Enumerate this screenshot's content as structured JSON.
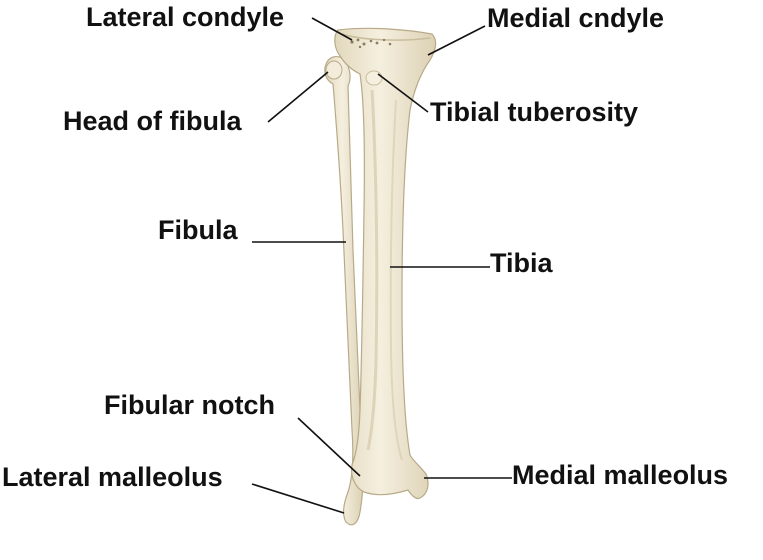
{
  "labels": {
    "lateral_condyle": "Lateral condyle",
    "medial_condyle": "Medial cndyle",
    "head_of_fibula": "Head of fibula",
    "tibial_tuberosity": "Tibial tuberosity",
    "fibula": "Fibula",
    "tibia": "Tibia",
    "fibular_notch": "Fibular notch",
    "lateral_malleolus": "Lateral malleolus",
    "medial_malleolus": "Medial malleolus"
  },
  "colors": {
    "bone_fill": "#efe7d2",
    "bone_shade": "#d8cdb0",
    "bone_outline": "#b8aa88",
    "leader_line": "#111111",
    "label_text": "#111111"
  }
}
